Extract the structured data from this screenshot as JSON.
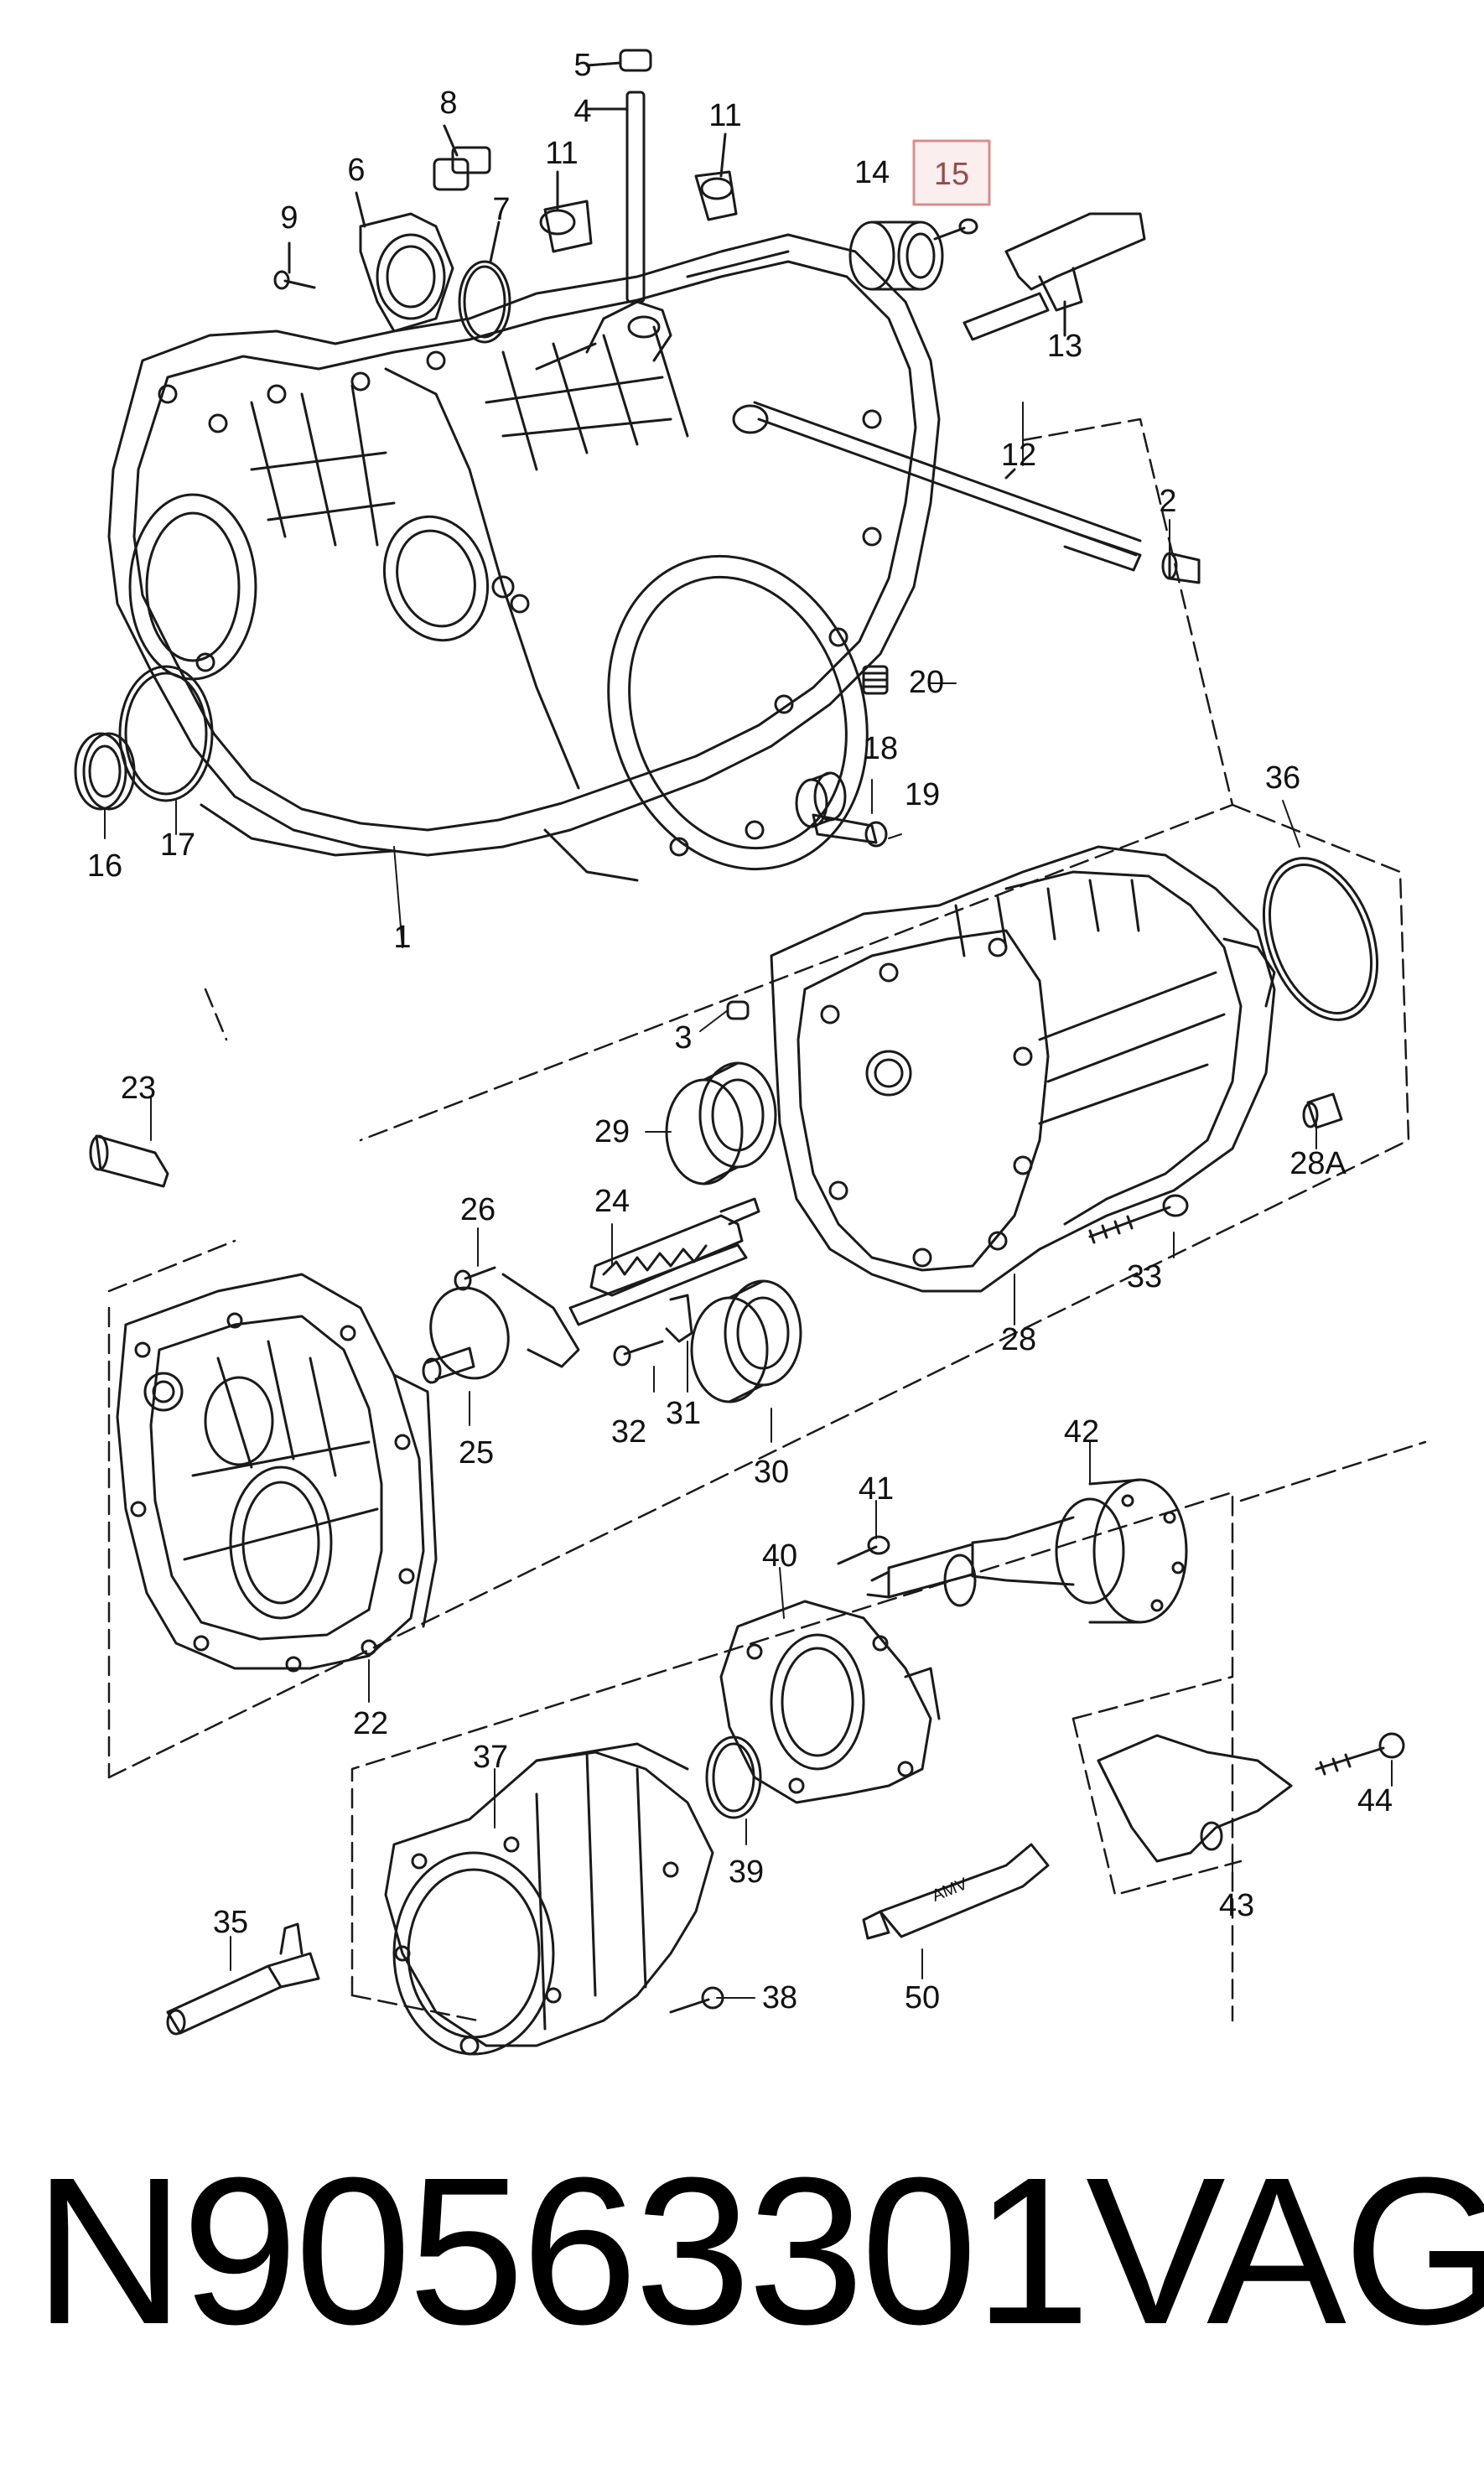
{
  "diagram": {
    "callouts": [
      "5",
      "4",
      "11",
      "11",
      "6",
      "8",
      "9",
      "7",
      "14",
      "15",
      "13",
      "12",
      "2",
      "20",
      "18",
      "19",
      "16",
      "17",
      "1",
      "36",
      "3",
      "23",
      "29",
      "28A",
      "26",
      "24",
      "33",
      "28",
      "32",
      "31",
      "25",
      "30",
      "22",
      "42",
      "41",
      "40",
      "44",
      "43",
      "37",
      "39",
      "35",
      "38",
      "50"
    ],
    "highlighted_callout": "15",
    "tube_label": "AMV",
    "colors": {
      "line": "#1a1a1a",
      "highlight_box": "#d98c8c",
      "highlight_text": "#9a4a4a"
    }
  },
  "footer": {
    "part_number": "N90563301",
    "brand": "VAG"
  }
}
